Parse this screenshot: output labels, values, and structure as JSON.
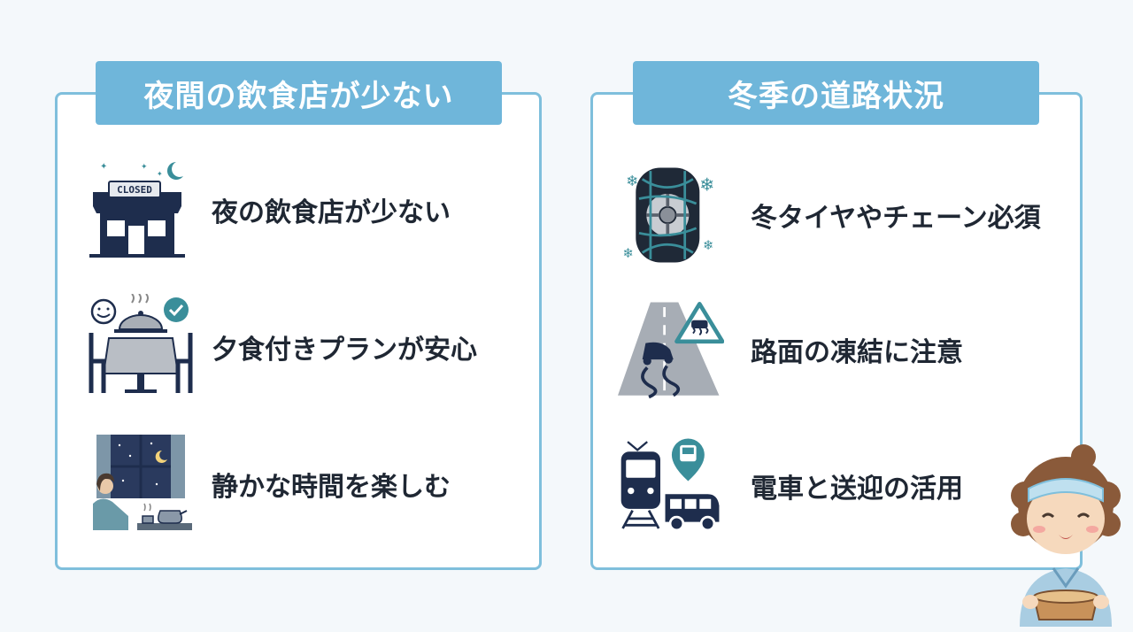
{
  "left_panel": {
    "title": "夜間の飲食店が少ない",
    "items": [
      {
        "label": "夜の飲食店が少ない",
        "icon": "closed-restaurant-icon",
        "sign": "CLOSED"
      },
      {
        "label": "夕食付きプランが安心",
        "icon": "dinner-table-icon"
      },
      {
        "label": "静かな時間を楽しむ",
        "icon": "night-window-tea-icon"
      }
    ]
  },
  "right_panel": {
    "title": "冬季の道路状況",
    "items": [
      {
        "label": "冬タイヤやチェーン必須",
        "icon": "snow-chain-tire-icon"
      },
      {
        "label": "路面の凍結に注意",
        "icon": "icy-road-warning-icon"
      },
      {
        "label": "電車と送迎の活用",
        "icon": "train-bus-icon"
      }
    ]
  },
  "colors": {
    "accent": "#6fb6da",
    "border": "#7fbfdc",
    "navy": "#1e2d4d",
    "teal": "#3a8e9a",
    "text": "#1f2733"
  }
}
